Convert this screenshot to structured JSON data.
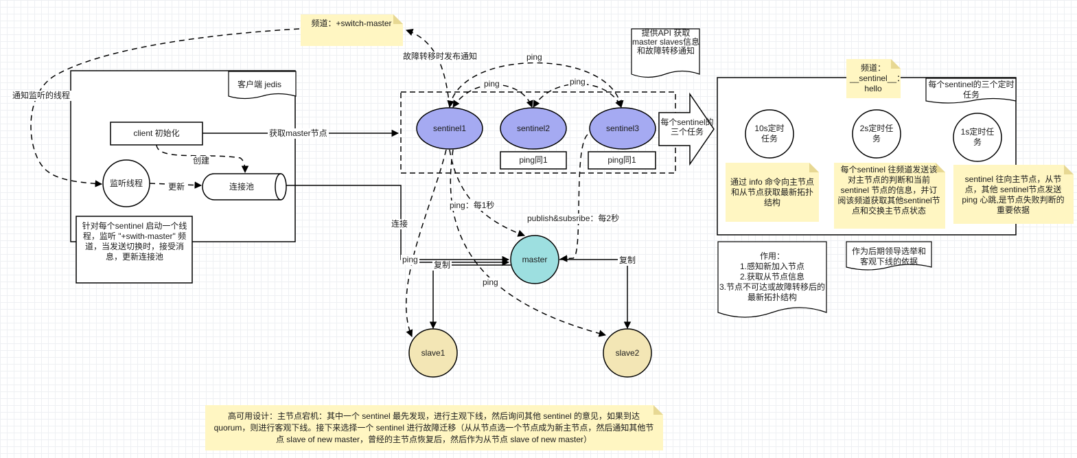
{
  "notes": {
    "channel_switch": "频道：+switch-master",
    "api_note": "提供API 获取master slaves信息和故障转移通知",
    "channel_hello": "频道：__sentinel__：hello",
    "info_task": "通过 info 命令向主节点和从节点获取最新拓扑结构",
    "hello_task": "每个sentinel 往频道发送该对主节点的判断和当前sentinel 节点的信息，并订阅该频道获取其他sentinel节点和交换主节点状态",
    "ping_task": "sentinel 往向主节点，从节点，其他 sentinel节点发送ping 心跳,是节点失败判断的重要依据",
    "bottom": "高可用设计：主节点宕机：其中一个 sentinel 最先发现，进行主观下线，然后询问其他 sentinel 的意见，如果到达 quorum，则进行客观下线。接下来选择一个 sentinel 进行故障迁移（从从节点选一个节点成为新主节点，然后通知其他节点 slave of new master，曾经的主节点恢复后，然后作为从节点 slave of new master）"
  },
  "client": {
    "title": "客户端 jedis",
    "init": "client 初始化",
    "listener": "监听线程",
    "pool": "连接池",
    "thread_note": "针对每个sentinel 启动一个线程，监听 \"+swith-master\" 频道，当发送切换时，接受消息，更新连接池"
  },
  "sentinels": {
    "s1": "sentinel1",
    "s2": "sentinel2",
    "s3": "sentinel3",
    "ping_sync_2": "ping同1",
    "ping_sync_3": "ping同1"
  },
  "redis": {
    "master": "master",
    "slave1": "slave1",
    "slave2": "slave2"
  },
  "tasks": {
    "arrow_label": "每个sentinel的三个任务",
    "box_title": "每个sentinel的三个定时任务",
    "t10": "10s定时任务",
    "t2": "2s定时任务",
    "t1": "1s定时任务"
  },
  "docs": {
    "role": "作用：\n1.感知新加入节点\n2.获取从节点信息\n3.节点不可达或故障转移后的最新拓扑结构",
    "basis": "作为后期领导选举和客观下线的依据"
  },
  "labels": {
    "notify_thread": "通知监听的线程",
    "failover_publish": "故障转移时发布通知",
    "ping_top": "ping",
    "ping_12": "ping",
    "ping_23": "ping",
    "get_master": "获取master节点",
    "create": "创建",
    "update": "更新",
    "connect": "连接",
    "ping_every_1s": "ping：每1秒",
    "pubsub_every_2s": "publish&subsribe：每2秒",
    "ping_master": "ping",
    "replicate_left": "复制",
    "replicate_right": "复制",
    "ping_slave": "ping"
  },
  "colors": {
    "sentinel_fill": "#a5aaf2",
    "master_fill": "#9ddfe0",
    "slave_fill": "#f3e6b5",
    "note_fill": "#fff6c2"
  }
}
